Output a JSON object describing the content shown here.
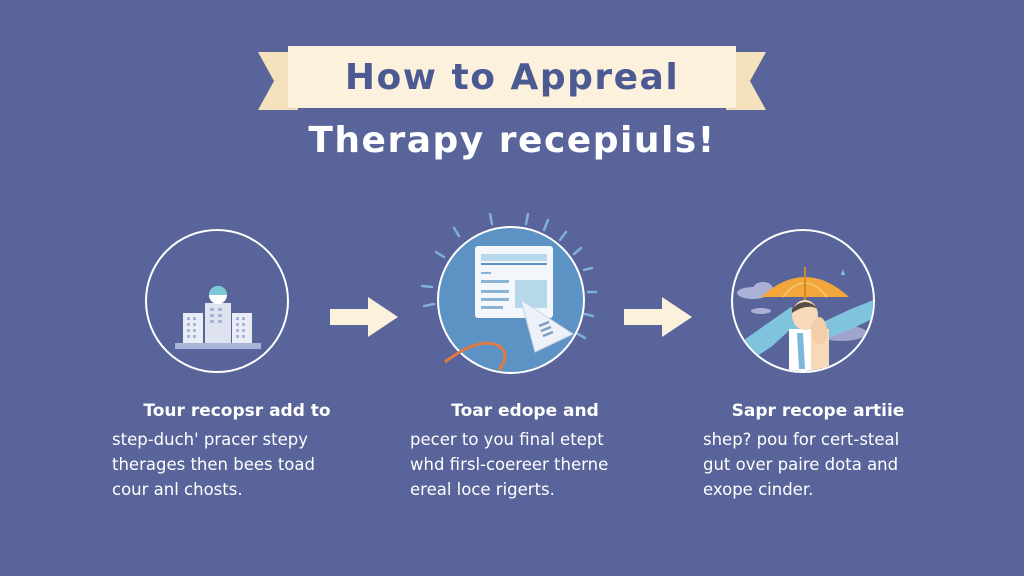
{
  "header": {
    "banner_title": "How to Appreal",
    "subtitle": "Therapy recepiuls!"
  },
  "colors": {
    "background": "#58649a",
    "banner": "#fbf1dc",
    "banner_text": "#4b5a92",
    "arrow": "#fbf1dc",
    "text": "#ffffff"
  },
  "steps": [
    {
      "icon": "hospital-building-icon",
      "title": "Tour recopsr add to",
      "lines": [
        "step-duch' pracer stepy",
        "therages then bees toad",
        "cour anl chosts."
      ]
    },
    {
      "icon": "document-cursor-icon",
      "title": "Toar edope and",
      "lines": [
        "pecer to you final etept",
        "whd firsl-coereer therne",
        "ereal loce rigerts."
      ]
    },
    {
      "icon": "person-umbrella-icon",
      "title": "Sapr recope artiie",
      "lines": [
        "shep? pou for cert-steal",
        "gut over paire dota and",
        "exope cinder."
      ]
    }
  ]
}
